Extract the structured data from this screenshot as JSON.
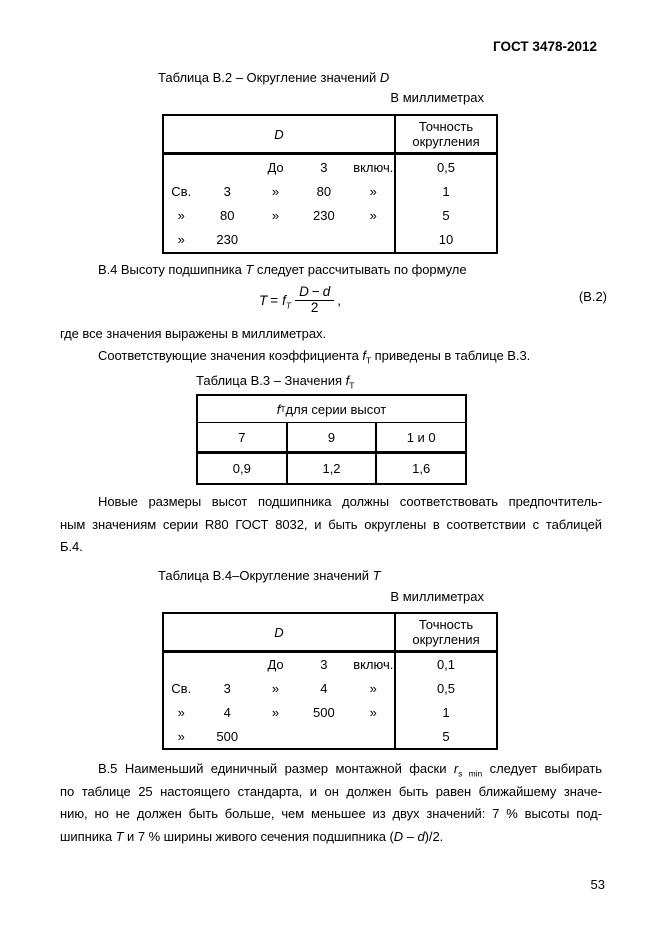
{
  "header": {
    "doc_code": "ГОСТ 3478-2012"
  },
  "footer": {
    "page_number": "53"
  },
  "table_b2": {
    "caption_text": "Таблица В.2 – Округление значений ",
    "caption_symbol": "D",
    "units_label": "В миллиметрах",
    "col_d_symbol": "D",
    "col_precision_line1": "Точность",
    "col_precision_line2": "округления",
    "rows": [
      {
        "c1": "",
        "c2": "",
        "c3": "До",
        "c4": "3",
        "c5": "включ.",
        "precision": "0,5"
      },
      {
        "c1": "Св.",
        "c2": "3",
        "c3": "»",
        "c4": "80",
        "c5": "»",
        "precision": "1"
      },
      {
        "c1": "»",
        "c2": "80",
        "c3": "»",
        "c4": "230",
        "c5": "»",
        "precision": "5"
      },
      {
        "c1": "»",
        "c2": "230",
        "c3": "",
        "c4": "",
        "c5": "",
        "precision": "10"
      }
    ]
  },
  "para_b4": {
    "text_before": "В.4 Высоту подшипника ",
    "var_t": "Т",
    "text_after": " следует рассчитывать по формуле"
  },
  "formula": {
    "lhs": "T",
    "equals": "=",
    "coef": "f",
    "coef_sub": "T",
    "num_var1": "D",
    "num_minus": "−",
    "num_var2": "d",
    "denominator": "2",
    "comma": ",",
    "number": "(В.2)"
  },
  "para_gde": {
    "text": "где все значения выражены в миллиметрах."
  },
  "para_sootv": {
    "text_before": "Соответствующие значения коэффициента ",
    "var_f": "f",
    "var_f_sub": "T",
    "text_after": " приведены в таблице В.3."
  },
  "table_b3": {
    "caption_text": "Таблица В.3 – Значения ",
    "caption_f": "f",
    "caption_f_sub": "T",
    "header_f": "f",
    "header_f_sub": "T",
    "header_text": " для серии высот",
    "series_labels": [
      "7",
      "9",
      "1 и 0"
    ],
    "values": [
      "0,9",
      "1,2",
      "1,6"
    ]
  },
  "para_new": {
    "line1": "Новые размеры высот подшипника должны соответствовать предпочтитель-",
    "line2": "ным значениям серии R80 ГОСТ 8032, и быть округлены в соответствии с таблицей",
    "line3": "Б.4."
  },
  "table_b4": {
    "caption_text": "Таблица В.4–Округление значений ",
    "caption_symbol": "Т",
    "units_label": "В миллиметрах",
    "col_d_symbol": "D",
    "col_precision_line1": "Точность",
    "col_precision_line2": "округления",
    "rows": [
      {
        "c1": "",
        "c2": "",
        "c3": "До",
        "c4": "3",
        "c5": "включ.",
        "precision": "0,1"
      },
      {
        "c1": "Св.",
        "c2": "3",
        "c3": "»",
        "c4": "4",
        "c5": "»",
        "precision": "0,5"
      },
      {
        "c1": "»",
        "c2": "4",
        "c3": "»",
        "c4": "500",
        "c5": "»",
        "precision": "1"
      },
      {
        "c1": "»",
        "c2": "500",
        "c3": "",
        "c4": "",
        "c5": "",
        "precision": "5"
      }
    ]
  },
  "para_b5": {
    "l1_before": "В.5 Наименьший единичный размер монтажной фаски ",
    "l1_var": "r",
    "l1_sub": "s min",
    "l1_after": " следует выбирать",
    "l2": "по таблице 25 настоящего стандарта, и он должен быть равен ближайшему значе-",
    "l3": "нию, но не должен быть больше, чем меньшее из двух значений: 7 % высоты под-",
    "l4_before": "шипника ",
    "l4_var_t": "Т",
    "l4_mid": " и 7 % ширины живого сечения подшипника (",
    "l4_var_d1": "D",
    "l4_dash": " – ",
    "l4_var_d2": "d",
    "l4_after": ")/2."
  }
}
